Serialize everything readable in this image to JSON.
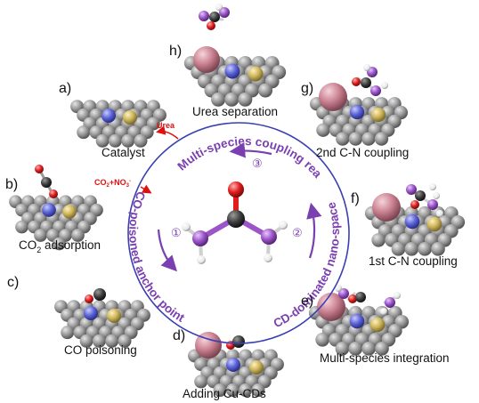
{
  "panels": [
    {
      "letter": "a)",
      "caption": "Catalyst"
    },
    {
      "letter": "b)",
      "caption_main": "CO",
      "caption_sub": "2",
      "caption_tail": " adsorption"
    },
    {
      "letter": "c)",
      "caption": "CO poisoning"
    },
    {
      "letter": "d)",
      "caption": "Adding Cu-CDs"
    },
    {
      "letter": "e)",
      "caption": "Multi-species integration"
    },
    {
      "letter": "f)",
      "caption": "1st C-N coupling"
    },
    {
      "letter": "g)",
      "caption": "2nd C-N coupling"
    },
    {
      "letter": "h)",
      "caption": "Urea separation"
    }
  ],
  "cycle": {
    "arc1": "CO-poisoned anchor point",
    "arc2": "CD-dominated nano-space",
    "arc3": "Multi-species coupling reaction",
    "step1": "①",
    "step2": "②",
    "step3": "③"
  },
  "inputs": {
    "reactants_a": "CO",
    "reactants_a_sub": "2",
    "reactants_b": "+NO",
    "reactants_b_sub": "3",
    "reactants_b_sup": "-",
    "product": "Urea"
  },
  "colors": {
    "surface_atom": "#8f8f8f",
    "active_blue": "#5b63d6",
    "active_yellow": "#cdb45a",
    "cu_cd_pink": "#c98090",
    "carbon": "#3a3a3a",
    "oxygen": "#e01e1e",
    "nitrogen": "#9b55c7",
    "hydrogen": "#f2f2f2",
    "cycle_ring": "#3a3fb2",
    "arc_label": "#7a3fb0",
    "red_label": "#e01010"
  }
}
